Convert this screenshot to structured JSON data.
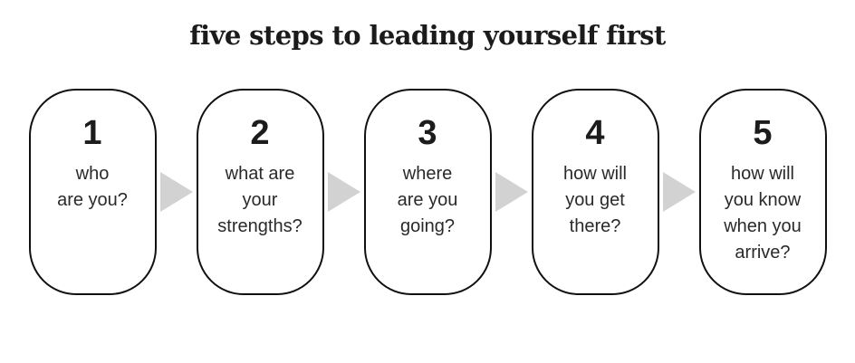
{
  "title": "five steps to leading yourself first",
  "steps": [
    {
      "number": "1",
      "question": "who\nare you?"
    },
    {
      "number": "2",
      "question": "what are\nyour\nstrengths?"
    },
    {
      "number": "3",
      "question": "where\nare you\ngoing?"
    },
    {
      "number": "4",
      "question": "how will\nyou get\nthere?"
    },
    {
      "number": "5",
      "question": "how will\nyou know\nwhen you\narrive?"
    }
  ],
  "colors": {
    "background": "#ffffff",
    "box_border": "#111111",
    "title_text": "#1b1b1b",
    "body_text": "#2a2a2a",
    "arrow": "#d2d2d2"
  }
}
